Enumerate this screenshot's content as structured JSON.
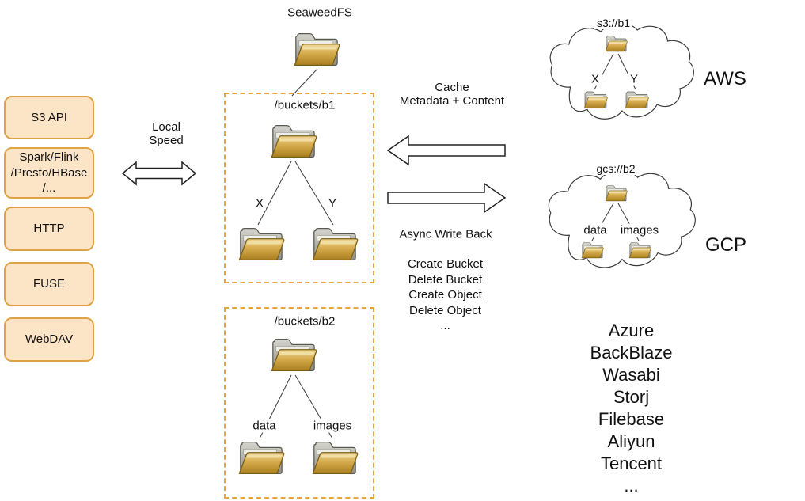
{
  "title": "SeaweedFS",
  "api_panel": {
    "items": [
      {
        "label": "S3 API"
      },
      {
        "label": "Spark/Flink\n/Presto/HBase\n/..."
      },
      {
        "label": "HTTP"
      },
      {
        "label": "FUSE"
      },
      {
        "label": "WebDAV"
      }
    ]
  },
  "arrows": {
    "local_speed": "Local\nSpeed",
    "cache": "Cache\nMetadata + Content",
    "async_write_back": "Async Write Back"
  },
  "operations": [
    "Create Bucket",
    "Delete Bucket",
    "Create Object",
    "Delete Object",
    "..."
  ],
  "local_buckets": [
    {
      "path": "/buckets/b1",
      "children": [
        "X",
        "Y"
      ]
    },
    {
      "path": "/buckets/b2",
      "children": [
        "data",
        "images"
      ]
    }
  ],
  "clouds": [
    {
      "bucket": "s3://b1",
      "children": [
        "X",
        "Y"
      ],
      "provider": "AWS"
    },
    {
      "bucket": "gcs://b2",
      "children": [
        "data",
        "images"
      ],
      "provider": "GCP"
    }
  ],
  "other_providers": [
    "Azure",
    "BackBlaze",
    "Wasabi",
    "Storj",
    "Filebase",
    "Aliyun",
    "Tencent",
    "..."
  ],
  "colors": {
    "api_box_fill": "#fbe5c6",
    "api_box_border": "#dfa245",
    "dashed_border": "#e8a33d",
    "folder_gold": "#d5aa4c",
    "line_color": "#3a3a3a"
  }
}
